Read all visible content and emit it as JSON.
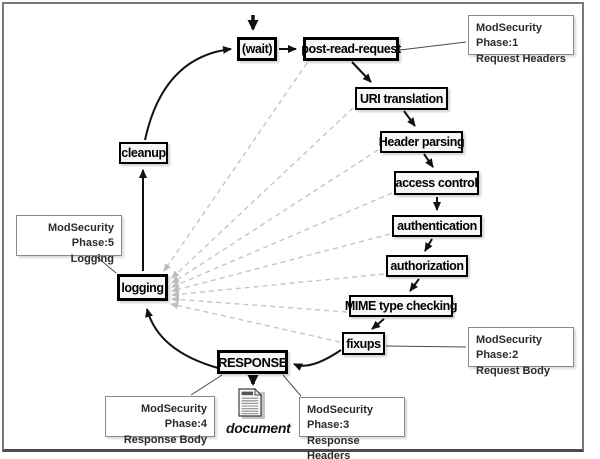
{
  "nodes": {
    "wait": {
      "label": "(wait)"
    },
    "post_read_request": {
      "label": "post-read-request"
    },
    "uri_translation": {
      "label": "URI translation"
    },
    "header_parsing": {
      "label": "Header parsing"
    },
    "access_control": {
      "label": "access control"
    },
    "authentication": {
      "label": "authentication"
    },
    "authorization": {
      "label": "authorization"
    },
    "mime_type_checking": {
      "label": "MIME type checking"
    },
    "fixups": {
      "label": "fixups"
    },
    "response": {
      "label": "RESPONSE"
    },
    "logging": {
      "label": "logging"
    },
    "cleanup": {
      "label": "cleanup"
    }
  },
  "annotations": {
    "phase1": {
      "line1": "ModSecurity Phase:1",
      "line2": "Request Headers"
    },
    "phase2": {
      "line1": "ModSecurity Phase:2",
      "line2": "Request Body"
    },
    "phase3": {
      "line1": "ModSecurity Phase:3",
      "line2": "Response Headers"
    },
    "phase4": {
      "line1": "ModSecurity Phase:4",
      "line2": "Response Body"
    },
    "phase5": {
      "line1": "ModSecurity Phase:5",
      "line2": "Logging"
    }
  },
  "document_icon_label": "document",
  "colors": {
    "node_border": "#000000",
    "node_fill": "#f7f7f7",
    "annotation_border": "#8a8a8a",
    "frame_border": "#787878",
    "solid_arrow": "#111111",
    "dashed_arrow": "#c6c6c6"
  }
}
